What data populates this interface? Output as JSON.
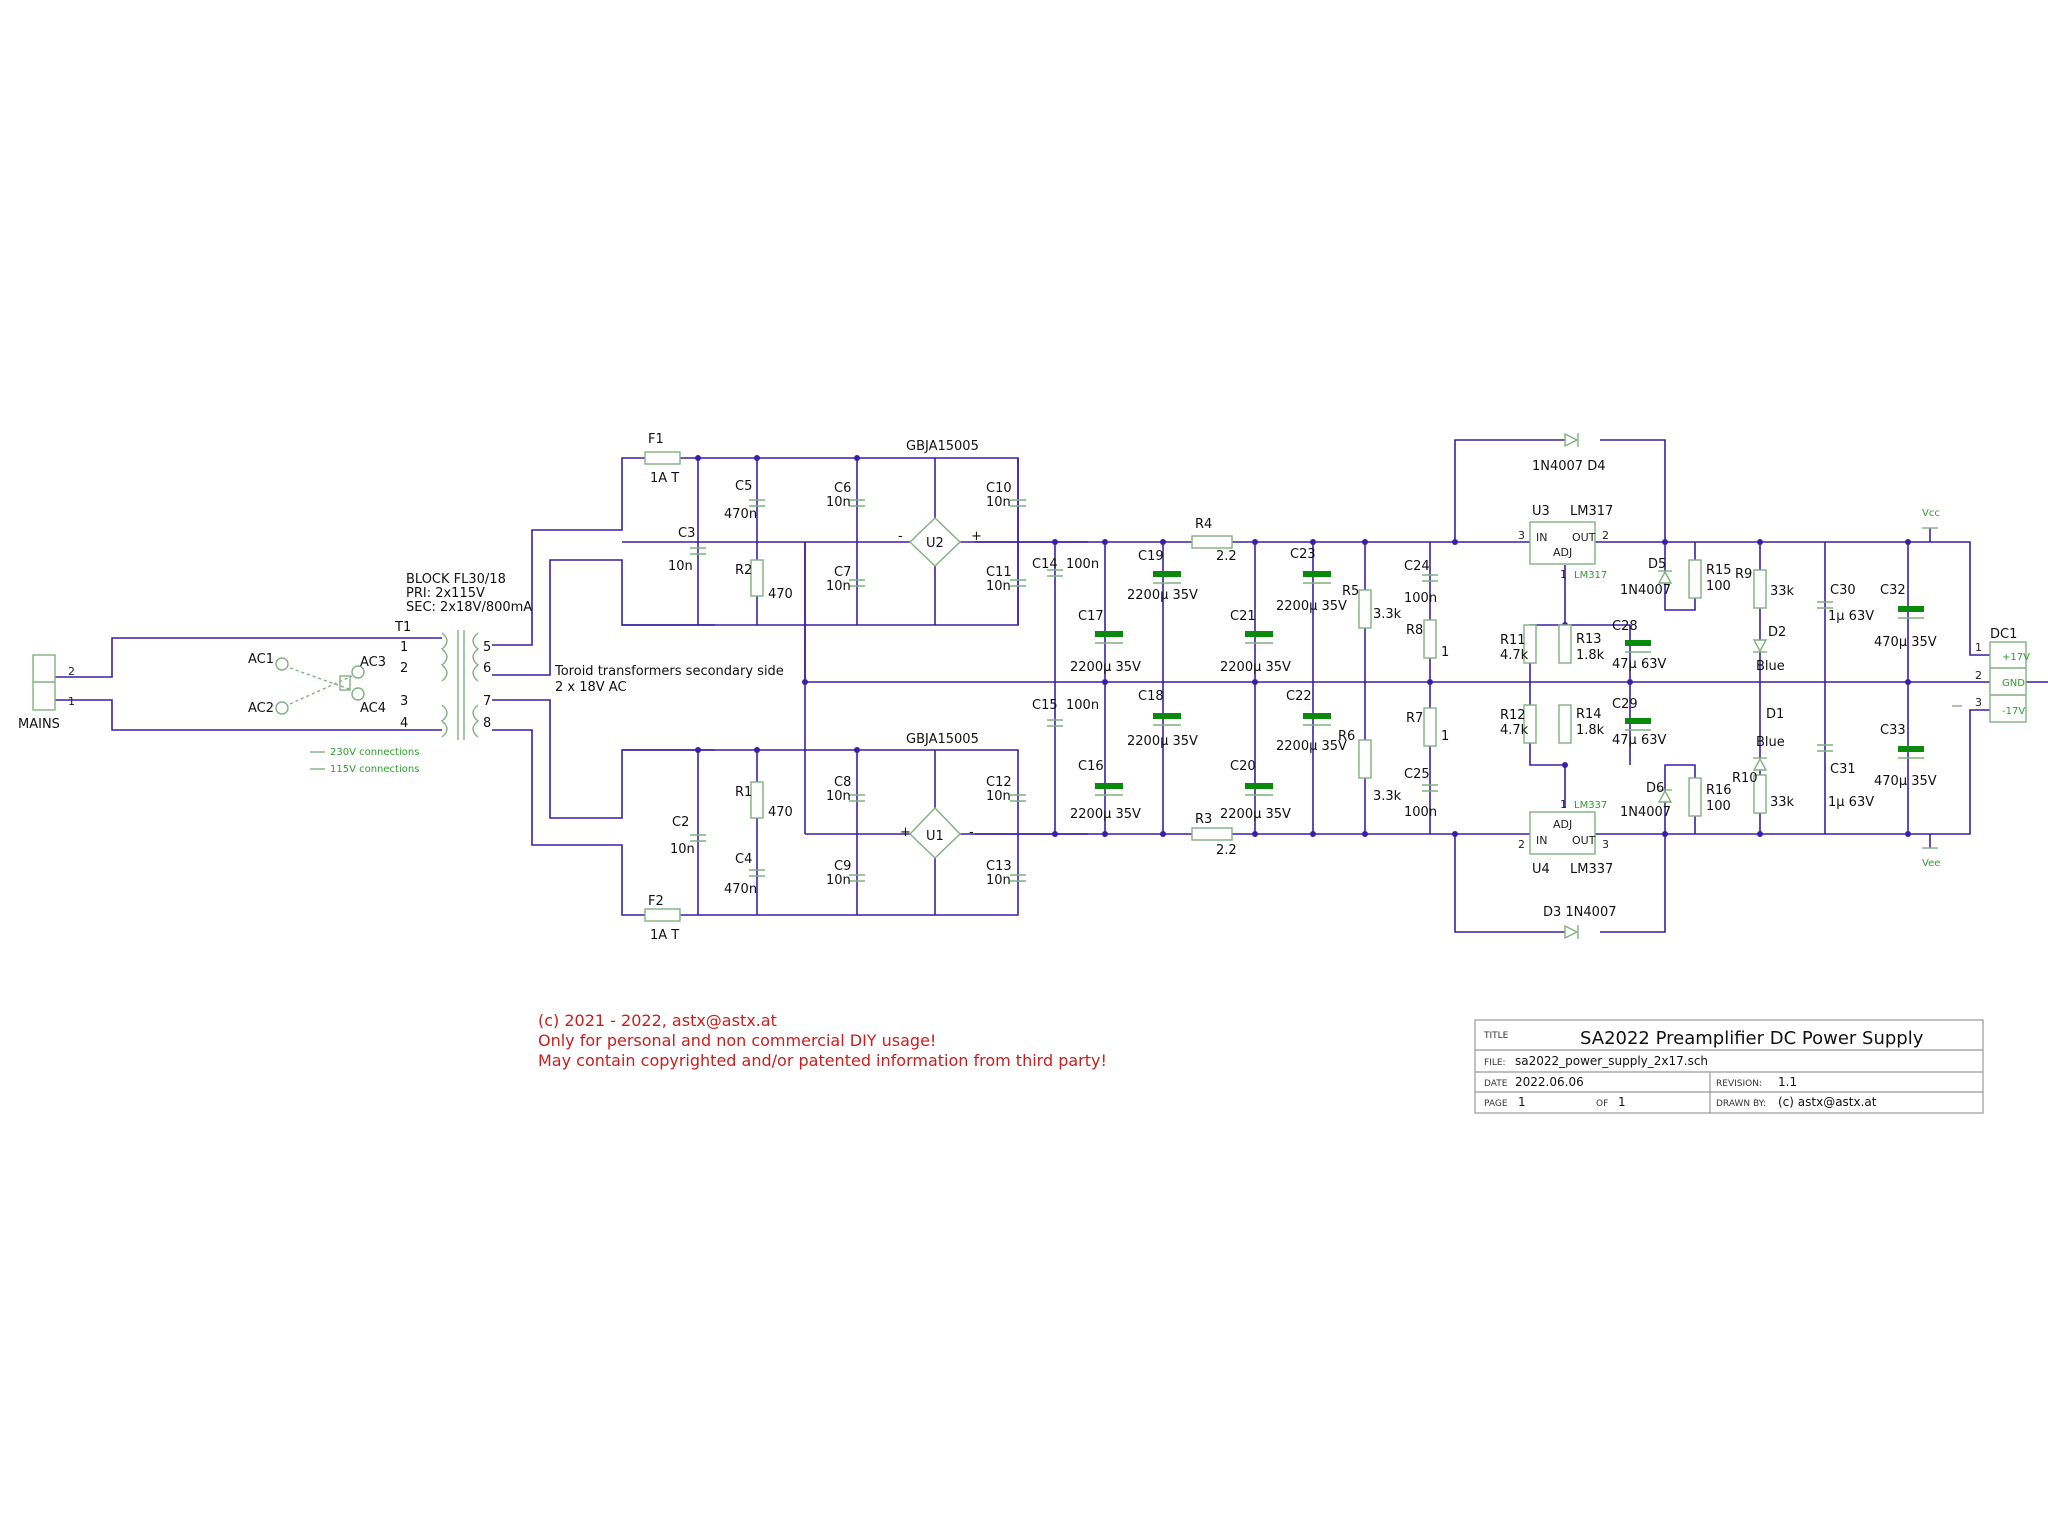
{
  "schematic": {
    "mains": "MAINS",
    "t1": "T1",
    "transformer": [
      "BLOCK FL30/18",
      "PRI: 2x115V",
      "SEC: 2x18V/800mA"
    ],
    "secondary_note": [
      "Toroid transformers secondary side",
      "2 x 18V AC"
    ],
    "legend": {
      "v230": "230V connections",
      "v115": "115V connections"
    },
    "pins": {
      "mains_2": "2",
      "mains_1": "1",
      "t1_p1": "1",
      "t1_p2": "2",
      "t1_p3": "3",
      "t1_p4": "4",
      "t1_s5": "5",
      "t1_s6": "6",
      "t1_s7": "7",
      "t1_s8": "8"
    },
    "ac": [
      "AC1",
      "AC2",
      "AC3",
      "AC4"
    ],
    "fuses": {
      "f1": "F1",
      "f1_val": "1A T",
      "f2": "F2",
      "f2_val": "1A T"
    },
    "bridge_top": {
      "part": "GBJA15005",
      "ref": "U2"
    },
    "bridge_bot": {
      "part": "GBJA15005",
      "ref": "U1"
    },
    "caps_small": {
      "c3": "C3",
      "c3v": "10n",
      "c5": "C5",
      "c5v": "470n",
      "r2": "R2",
      "r2v": "470",
      "c6": "C6",
      "c6v": "10n",
      "c7": "C7",
      "c7v": "10n",
      "c10": "C10",
      "c10v": "10n",
      "c11": "C11",
      "c11v": "10n",
      "c2": "C2",
      "c2v": "10n",
      "c4": "C4",
      "c4v": "470n",
      "r1": "R1",
      "r1v": "470",
      "c8": "C8",
      "c8v": "10n",
      "c9": "C9",
      "c9v": "10n",
      "c12": "C12",
      "c12v": "10n",
      "c13": "C13",
      "c13v": "10n"
    },
    "filter": {
      "c14": "C14",
      "c14v": "100n",
      "c15": "C15",
      "c15v": "100n",
      "c17": "C17",
      "c16": "C16",
      "c19": "C19",
      "c18": "C18",
      "c21": "C21",
      "c20": "C20",
      "c23": "C23",
      "c22": "C22",
      "cap_val": "2200µ  35V",
      "r4": "R4",
      "r4v": "2.2",
      "r3": "R3",
      "r3v": "2.2",
      "r5": "R5",
      "r5v": "3.3k",
      "r6": "R6",
      "r6v": "3.3k",
      "c24": "C24",
      "c24v": "100n",
      "r8": "R8",
      "r8v": "1",
      "r7": "R7",
      "r7v": "1",
      "c25": "C25",
      "c25v": "100n"
    },
    "regs": {
      "d4": "1N4007  D4",
      "d3": "D3  1N4007",
      "u3": "U3",
      "u3part": "LM317",
      "u4": "U4",
      "u4part": "LM337",
      "in": "IN",
      "out": "OUT",
      "adj": "ADJ",
      "lm317": "LM317",
      "lm337": "LM337",
      "pin3": "3",
      "pin2": "2",
      "pin1": "1",
      "r11": "R11",
      "r11v": "4.7k",
      "r12": "R12",
      "r12v": "4.7k",
      "r13": "R13",
      "r13v": "1.8k",
      "r14": "R14",
      "r14v": "1.8k",
      "c28": "C28",
      "c28v": "47µ  63V",
      "c29": "C29",
      "c29v": "47µ  63V",
      "d5": "D5",
      "d5v": "1N4007",
      "d6": "D6",
      "d6v": "1N4007",
      "r15": "R15",
      "r15v": "100",
      "r16": "R16",
      "r16v": "100",
      "r9": "R9",
      "r9v": "33k",
      "r10": "R10",
      "r10v": "33k",
      "d2": "D2",
      "d2v": "Blue",
      "d1": "D1",
      "d1v": "Blue",
      "c30": "C30",
      "c30v": "1µ  63V",
      "c31": "C31",
      "c31v": "1µ  63V",
      "c32": "C32",
      "c32v": "470µ  35V",
      "c33": "C33",
      "c33v": "470µ  35V",
      "vcc": "Vcc",
      "vee": "Vee",
      "dc1": "DC1",
      "p17": "+17V",
      "gnd": "GND",
      "m17": "-17V",
      "dcpin1": "1",
      "dcpin2": "2",
      "dcpin3": "3"
    },
    "bridge_pins": {
      "minus": "-",
      "plus": "+",
      "tilde": "~"
    }
  },
  "copyright": [
    "(c) 2021 - 2022, astx@astx.at",
    "Only for personal and non commercial DIY usage!",
    "May contain copyrighted and/or patented information from third party!"
  ],
  "title_block": {
    "title_label": "TITLE",
    "title": "SA2022 Preamplifier DC Power Supply",
    "file_label": "FILE:",
    "file": "sa2022_power_supply_2x17.sch",
    "date_label": "DATE",
    "date": "2022.06.06",
    "revision_label": "REVISION:",
    "revision": "1.1",
    "page_label": "PAGE",
    "page": "1",
    "of_label": "OF",
    "of": "1",
    "drawn_label": "DRAWN BY:",
    "drawn": "(c) astx@astx.at"
  }
}
